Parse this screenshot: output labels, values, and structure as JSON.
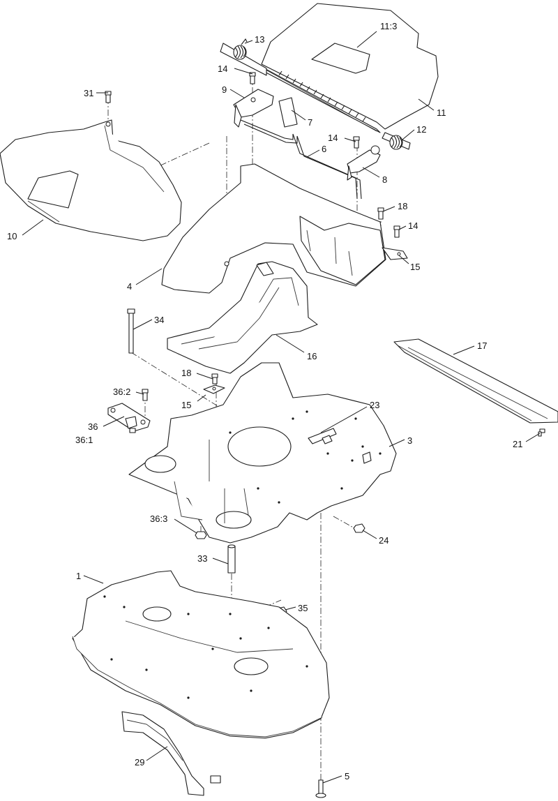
{
  "diagram": {
    "callouts": [
      {
        "id": "c-11-3",
        "text": "11:3"
      },
      {
        "id": "c-13",
        "text": "13"
      },
      {
        "id": "c-14a",
        "text": "14"
      },
      {
        "id": "c-31",
        "text": "31"
      },
      {
        "id": "c-9",
        "text": "9"
      },
      {
        "id": "c-7",
        "text": "7"
      },
      {
        "id": "c-11",
        "text": "11"
      },
      {
        "id": "c-12",
        "text": "12"
      },
      {
        "id": "c-14b",
        "text": "14"
      },
      {
        "id": "c-6",
        "text": "6"
      },
      {
        "id": "c-8",
        "text": "8"
      },
      {
        "id": "c-18a",
        "text": "18"
      },
      {
        "id": "c-14c",
        "text": "14"
      },
      {
        "id": "c-10",
        "text": "10"
      },
      {
        "id": "c-15a",
        "text": "15"
      },
      {
        "id": "c-4",
        "text": "4"
      },
      {
        "id": "c-34",
        "text": "34"
      },
      {
        "id": "c-16",
        "text": "16"
      },
      {
        "id": "c-17",
        "text": "17"
      },
      {
        "id": "c-18b",
        "text": "18"
      },
      {
        "id": "c-36-2",
        "text": "36:2"
      },
      {
        "id": "c-15b",
        "text": "15"
      },
      {
        "id": "c-23",
        "text": "23"
      },
      {
        "id": "c-36",
        "text": "36"
      },
      {
        "id": "c-36-1",
        "text": "36:1"
      },
      {
        "id": "c-3",
        "text": "3"
      },
      {
        "id": "c-21",
        "text": "21"
      },
      {
        "id": "c-36-3",
        "text": "36:3"
      },
      {
        "id": "c-24",
        "text": "24"
      },
      {
        "id": "c-33",
        "text": "33"
      },
      {
        "id": "c-1",
        "text": "1"
      },
      {
        "id": "c-35",
        "text": "35"
      },
      {
        "id": "c-29",
        "text": "29"
      },
      {
        "id": "c-5",
        "text": "5"
      }
    ]
  }
}
